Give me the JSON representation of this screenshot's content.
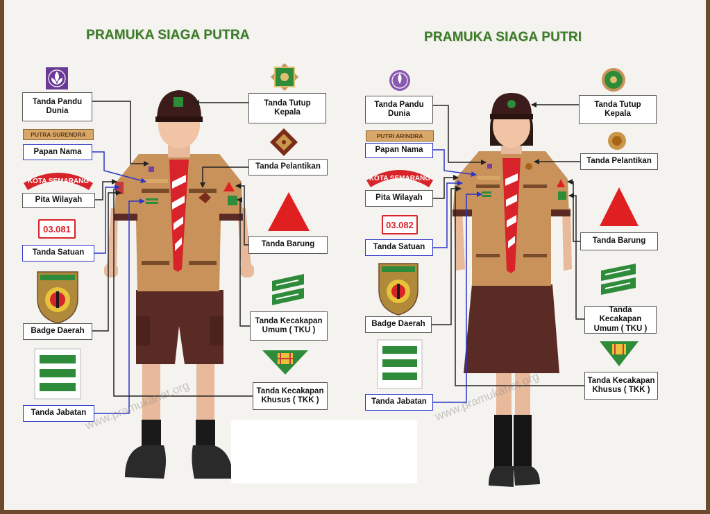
{
  "boy": {
    "title": "PRAMUKA SIAGA PUTRA",
    "labels": {
      "pandu_dunia": "Tanda Pandu Dunia",
      "papan_nama": "Papan Nama",
      "pita_wilayah": "Pita Wilayah",
      "tanda_satuan": "Tanda Satuan",
      "badge_daerah": "Badge Daerah",
      "tanda_jabatan": "Tanda Jabatan",
      "tutup_kepala": "Tanda Tutup Kepala",
      "pelantikan": "Tanda Pelantikan",
      "barung": "Tanda Barung",
      "tku": "Tanda Kecakapan Umum ( TKU )",
      "tkk": "Tanda Kecakapan Khusus ( TKK )"
    },
    "name_strip": "PUTRA SURENDRA",
    "region_ribbon": "KOTA SEMARANG",
    "unit_number": "03.081"
  },
  "girl": {
    "title": "PRAMUKA SIAGA PUTRI",
    "labels": {
      "pandu_dunia": "Tanda Pandu Dunia",
      "papan_nama": "Papan Nama",
      "pita_wilayah": "Pita Wilayah",
      "tanda_satuan": "Tanda Satuan",
      "badge_daerah": "Badge Daerah",
      "tanda_jabatan": "Tanda Jabatan",
      "tutup_kepala": "Tanda Tutup Kepala",
      "pelantikan": "Tanda Pelantikan",
      "barung": "Tanda Barung",
      "tku": "Tanda Kecakapan Umum ( TKU )",
      "tkk": "Tanda Kecakapan Khusus ( TKK )"
    },
    "name_strip": "PUTRI ARINDRA",
    "region_ribbon": "KOTA SEMARANG",
    "unit_number": "03.082"
  },
  "watermark": "www.pramukanet.org",
  "colors": {
    "background": "#f4f3ef",
    "border": "#6b4a2e",
    "title_green": "#3d7a2a",
    "shirt": "#c8925a",
    "shorts": "#5a2a24",
    "scarf_red": "#d8232a",
    "triangle_red": "#e02020",
    "badge_green": "#2e8b3a",
    "leader_line_black": "#222222",
    "leader_line_blue": "#2a34c8"
  },
  "icons": [
    "world-scout-emblem-icon",
    "cap-badge-icon",
    "installation-badge-icon",
    "red-triangle-icon",
    "tku-stripes-icon",
    "tkk-badge-icon",
    "regional-badge-icon",
    "position-stripes-icon"
  ]
}
